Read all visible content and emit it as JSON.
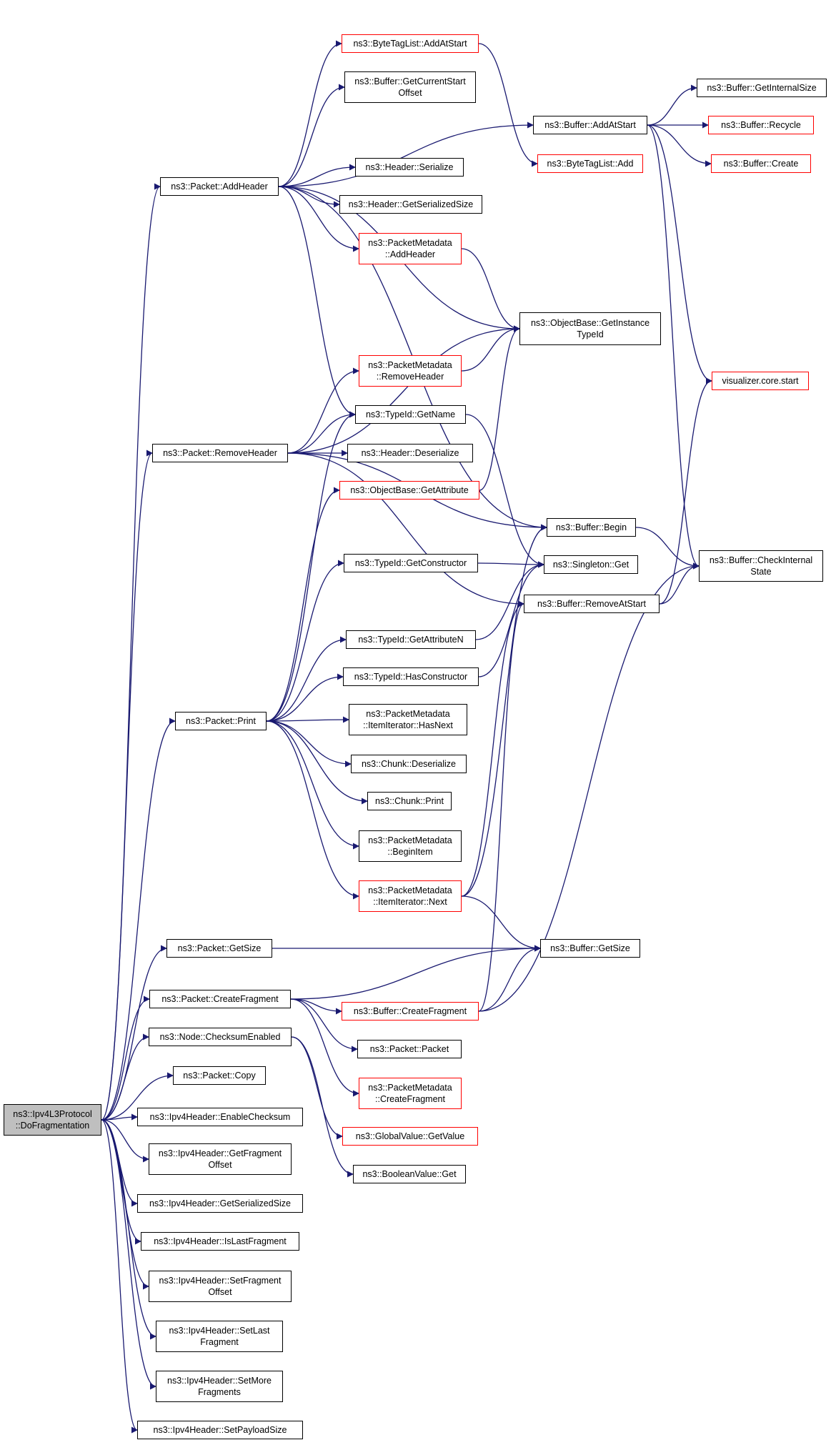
{
  "colors": {
    "edge": "#191970",
    "node_border": "#000000",
    "node_border_incomplete": "#ff0000",
    "root_fill": "#bfbfbf"
  },
  "nodes": {
    "root": "ns3::Ipv4L3Protocol\n::DoFragmentation",
    "packet_addheader": "ns3::Packet::AddHeader",
    "bytetaglist_addatstart": "ns3::ByteTagList::AddAtStart",
    "buffer_getcurrentstartoffset": "ns3::Buffer::GetCurrentStart\nOffset",
    "buffer_addatstart": "ns3::Buffer::AddAtStart",
    "buffer_getinternalsize": "ns3::Buffer::GetInternalSize",
    "buffer_recycle": "ns3::Buffer::Recycle",
    "bytetaglist_add": "ns3::ByteTagList::Add",
    "buffer_create": "ns3::Buffer::Create",
    "header_serialize": "ns3::Header::Serialize",
    "header_getserializedsize": "ns3::Header::GetSerializedSize",
    "packetmetadata_addheader": "ns3::PacketMetadata\n::AddHeader",
    "objectbase_getinstancetypeid": "ns3::ObjectBase::GetInstance\nTypeId",
    "packetmetadata_removeheader": "ns3::PacketMetadata\n::RemoveHeader",
    "visualizer_core_start": "visualizer.core.start",
    "typeid_getname": "ns3::TypeId::GetName",
    "packet_removeheader": "ns3::Packet::RemoveHeader",
    "header_deserialize": "ns3::Header::Deserialize",
    "objectbase_getattribute": "ns3::ObjectBase::GetAttribute",
    "buffer_begin": "ns3::Buffer::Begin",
    "buffer_checkinternalstate": "ns3::Buffer::CheckInternal\nState",
    "typeid_getconstructor": "ns3::TypeId::GetConstructor",
    "singleton_get": "ns3::Singleton::Get",
    "buffer_removeatstart": "ns3::Buffer::RemoveAtStart",
    "typeid_getattributen": "ns3::TypeId::GetAttributeN",
    "typeid_hasconstructor": "ns3::TypeId::HasConstructor",
    "packet_print": "ns3::Packet::Print",
    "itemiterator_hasnext": "ns3::PacketMetadata\n::ItemIterator::HasNext",
    "chunk_deserialize": "ns3::Chunk::Deserialize",
    "chunk_print": "ns3::Chunk::Print",
    "packetmetadata_beginitem": "ns3::PacketMetadata\n::BeginItem",
    "itemiterator_next": "ns3::PacketMetadata\n::ItemIterator::Next",
    "packet_getsize": "ns3::Packet::GetSize",
    "buffer_getsize": "ns3::Buffer::GetSize",
    "packet_createfragment": "ns3::Packet::CreateFragment",
    "buffer_createfragment": "ns3::Buffer::CreateFragment",
    "node_checksumenabled": "ns3::Node::ChecksumEnabled",
    "packet_packet": "ns3::Packet::Packet",
    "packetmetadata_createfragment": "ns3::PacketMetadata\n::CreateFragment",
    "packet_copy": "ns3::Packet::Copy",
    "globalvalue_getvalue": "ns3::GlobalValue::GetValue",
    "ipv4header_enablechecksum": "ns3::Ipv4Header::EnableChecksum",
    "booleanvalue_get": "ns3::BooleanValue::Get",
    "ipv4header_getfragmentoffset": "ns3::Ipv4Header::GetFragment\nOffset",
    "ipv4header_getserializedsize": "ns3::Ipv4Header::GetSerializedSize",
    "ipv4header_islastfragment": "ns3::Ipv4Header::IsLastFragment",
    "ipv4header_setfragmentoffset": "ns3::Ipv4Header::SetFragment\nOffset",
    "ipv4header_setlastfragment": "ns3::Ipv4Header::SetLast\nFragment",
    "ipv4header_setmorefragments": "ns3::Ipv4Header::SetMore\nFragments",
    "ipv4header_setpayloadsize": "ns3::Ipv4Header::SetPayloadSize"
  },
  "edges": [
    [
      "root",
      "packet_addheader"
    ],
    [
      "root",
      "packet_removeheader"
    ],
    [
      "root",
      "packet_print"
    ],
    [
      "root",
      "packet_getsize"
    ],
    [
      "root",
      "packet_createfragment"
    ],
    [
      "root",
      "node_checksumenabled"
    ],
    [
      "root",
      "packet_copy"
    ],
    [
      "root",
      "ipv4header_enablechecksum"
    ],
    [
      "root",
      "ipv4header_getfragmentoffset"
    ],
    [
      "root",
      "ipv4header_getserializedsize"
    ],
    [
      "root",
      "ipv4header_islastfragment"
    ],
    [
      "root",
      "ipv4header_setfragmentoffset"
    ],
    [
      "root",
      "ipv4header_setlastfragment"
    ],
    [
      "root",
      "ipv4header_setmorefragments"
    ],
    [
      "root",
      "ipv4header_setpayloadsize"
    ],
    [
      "packet_addheader",
      "bytetaglist_addatstart"
    ],
    [
      "packet_addheader",
      "buffer_getcurrentstartoffset"
    ],
    [
      "packet_addheader",
      "buffer_addatstart"
    ],
    [
      "packet_addheader",
      "objectbase_getinstancetypeid"
    ],
    [
      "packet_addheader",
      "header_serialize"
    ],
    [
      "packet_addheader",
      "header_getserializedsize"
    ],
    [
      "packet_addheader",
      "packetmetadata_addheader"
    ],
    [
      "packet_addheader",
      "typeid_getname"
    ],
    [
      "packet_addheader",
      "buffer_begin"
    ],
    [
      "bytetaglist_addatstart",
      "bytetaglist_add"
    ],
    [
      "buffer_addatstart",
      "buffer_getinternalsize"
    ],
    [
      "buffer_addatstart",
      "buffer_recycle"
    ],
    [
      "buffer_addatstart",
      "buffer_create"
    ],
    [
      "buffer_addatstart",
      "visualizer_core_start"
    ],
    [
      "buffer_addatstart",
      "buffer_checkinternalstate"
    ],
    [
      "packetmetadata_addheader",
      "objectbase_getinstancetypeid"
    ],
    [
      "packetmetadata_removeheader",
      "objectbase_getinstancetypeid"
    ],
    [
      "objectbase_getattribute",
      "objectbase_getinstancetypeid"
    ],
    [
      "typeid_getname",
      "singleton_get"
    ],
    [
      "packet_removeheader",
      "objectbase_getinstancetypeid"
    ],
    [
      "packet_removeheader",
      "packetmetadata_removeheader"
    ],
    [
      "packet_removeheader",
      "typeid_getname"
    ],
    [
      "packet_removeheader",
      "header_deserialize"
    ],
    [
      "packet_removeheader",
      "buffer_begin"
    ],
    [
      "packet_removeheader",
      "buffer_removeatstart"
    ],
    [
      "buffer_begin",
      "buffer_checkinternalstate"
    ],
    [
      "typeid_getconstructor",
      "singleton_get"
    ],
    [
      "buffer_removeatstart",
      "visualizer_core_start"
    ],
    [
      "buffer_removeatstart",
      "buffer_checkinternalstate"
    ],
    [
      "typeid_getattributen",
      "singleton_get"
    ],
    [
      "typeid_hasconstructor",
      "singleton_get"
    ],
    [
      "packet_print",
      "typeid_getname"
    ],
    [
      "packet_print",
      "objectbase_getattribute"
    ],
    [
      "packet_print",
      "typeid_getconstructor"
    ],
    [
      "packet_print",
      "typeid_getattributen"
    ],
    [
      "packet_print",
      "typeid_hasconstructor"
    ],
    [
      "packet_print",
      "itemiterator_hasnext"
    ],
    [
      "packet_print",
      "chunk_deserialize"
    ],
    [
      "packet_print",
      "chunk_print"
    ],
    [
      "packet_print",
      "packetmetadata_beginitem"
    ],
    [
      "packet_print",
      "itemiterator_next"
    ],
    [
      "itemiterator_next",
      "buffer_begin"
    ],
    [
      "itemiterator_next",
      "buffer_removeatstart"
    ],
    [
      "itemiterator_next",
      "buffer_getsize"
    ],
    [
      "packet_getsize",
      "buffer_getsize"
    ],
    [
      "packet_createfragment",
      "buffer_getsize"
    ],
    [
      "packet_createfragment",
      "buffer_createfragment"
    ],
    [
      "packet_createfragment",
      "packet_packet"
    ],
    [
      "packet_createfragment",
      "packetmetadata_createfragment"
    ],
    [
      "buffer_createfragment",
      "buffer_getsize"
    ],
    [
      "buffer_createfragment",
      "buffer_removeatstart"
    ],
    [
      "buffer_createfragment",
      "buffer_checkinternalstate"
    ],
    [
      "node_checksumenabled",
      "globalvalue_getvalue"
    ],
    [
      "node_checksumenabled",
      "booleanvalue_get"
    ]
  ]
}
